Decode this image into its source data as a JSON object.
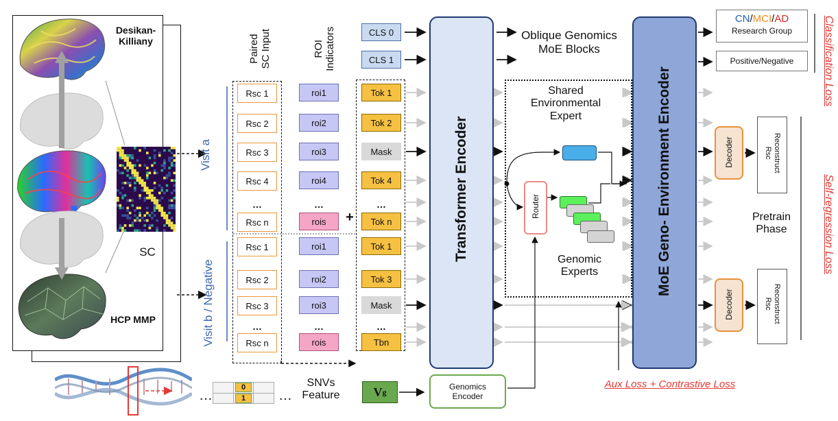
{
  "colors": {
    "rsc_border": "#e8973a",
    "roi_fill": "#c7c7f5",
    "rois_fill": "#f5a6c6",
    "tok_fill": "#f6c143",
    "mask_fill": "#d9d9d9",
    "cls_fill": "#c9daf0",
    "transformer_fill": "#dbe5f5",
    "moe_fill": "#8ea6d8",
    "loss_red": "#e53935",
    "visit_blue": "#3a66b0",
    "cn_blue": "#1f5fbf",
    "mci_orange": "#f08a1c",
    "ad_red": "#d62e2e",
    "vg_fill": "#6aa84f",
    "expert_blue": "#4aaee8",
    "expert_green": "#5cf05c"
  },
  "brain_labels": {
    "top": "Desikan-\nKilliany",
    "bottom": "HCP MMP",
    "sc": "SC"
  },
  "visits": {
    "a": "Visit a",
    "b": "Visit b / Negative"
  },
  "column_headers": {
    "sc_input": "Paired\nSC Input",
    "roi": "ROI\nIndicators"
  },
  "rsc_a": [
    "Rsc 1",
    "Rsc 2",
    "Rsc 3",
    "Rsc 4",
    "…",
    "Rsc n"
  ],
  "rsc_b": [
    "Rsc 1",
    "Rsc 2",
    "Rsc 3",
    "…",
    "Rsc n"
  ],
  "roi_a": [
    "roi1",
    "roi2",
    "roi3",
    "roi4",
    "…",
    "rois"
  ],
  "roi_b": [
    "roi1",
    "roi2",
    "roi3",
    "…",
    "rois"
  ],
  "tok_a": [
    "Tok 1",
    "Tok 2",
    "Mask",
    "Tok 4",
    "…",
    "Tok n"
  ],
  "tok_b": [
    "Tok 1",
    "Tok 3",
    "Mask",
    "…",
    "Tbn"
  ],
  "plus": "+",
  "cls": [
    "CLS 0",
    "CLS 1"
  ],
  "transformer": "Transformer Encoder",
  "moe_title": "Oblique Genomics\nMoE Blocks",
  "shared_expert": "Shared\nEnvironmental\nExpert",
  "router": "Router",
  "genomic_experts": "Genomic\nExperts",
  "moe_encoder": "MoE Geno- Environment Encoder",
  "outputs": {
    "cn": "CN",
    "slash1": "/",
    "mci": "MCI",
    "slash2": "/",
    "ad": "AD",
    "research_group": "Research Group",
    "posneg": "Positive/Negative"
  },
  "decoder": "Decoder",
  "reconstruct": "Reconstruct\nRsc",
  "pretrain": "Pretrain\nPhase",
  "losses": {
    "classification": "Classification Loss",
    "self_regression": "Self-regression Loss",
    "aux": "Aux Loss + Contrastive Loss"
  },
  "snv": {
    "cells": [
      "0",
      "1"
    ],
    "label": "SNVs\nFeature",
    "dots_left": "…",
    "dots_right": "…"
  },
  "vg": {
    "base": "V",
    "sup": "g"
  },
  "genomics_encoder": "Genomics\nEncoder"
}
